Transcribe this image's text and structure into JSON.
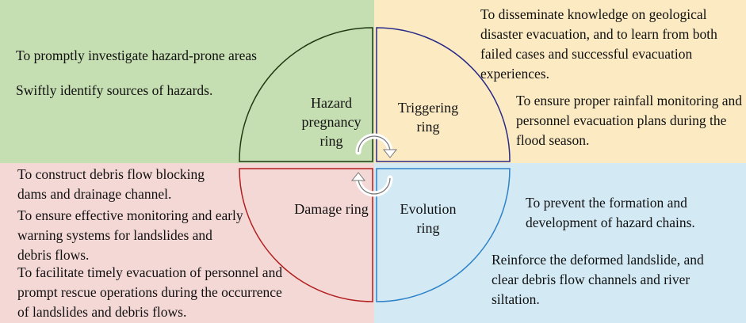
{
  "rings": {
    "hazard": "Hazard pregnancy ring",
    "triggering": "Triggering ring",
    "damage": "Damage ring",
    "evolution": "Evolution ring"
  },
  "quadrants": {
    "top_left": [
      "To promptly investigate hazard-prone areas",
      "Swiftly identify sources of hazards."
    ],
    "top_right": [
      "To disseminate knowledge on geological disaster evacuation, and to learn from both failed cases and successful evacuation experiences.",
      "To ensure proper rainfall monitoring and personnel evacuation plans during the flood season."
    ],
    "bottom_left": [
      "To construct debris flow blocking dams and drainage channel.",
      "To ensure effective monitoring and early warning systems for landslides and debris flows.",
      "To facilitate timely evacuation of personnel and prompt rescue operations during the occurrence of landslides and debris flows."
    ],
    "bottom_right": [
      "To prevent the formation and development of hazard chains.",
      "Reinforce the deformed landslide, and clear debris flow channels and river siltation."
    ]
  },
  "colors": {
    "top_left": "#c6dfb2",
    "top_right": "#fcebc2",
    "bottom_left": "#f4d8d6",
    "bottom_right": "#d3eaf5",
    "hazard_outline": "#1f3a12",
    "triggering_outline": "#2a2a88",
    "damage_outline": "#b21f1f",
    "evolution_outline": "#2f82c8"
  }
}
